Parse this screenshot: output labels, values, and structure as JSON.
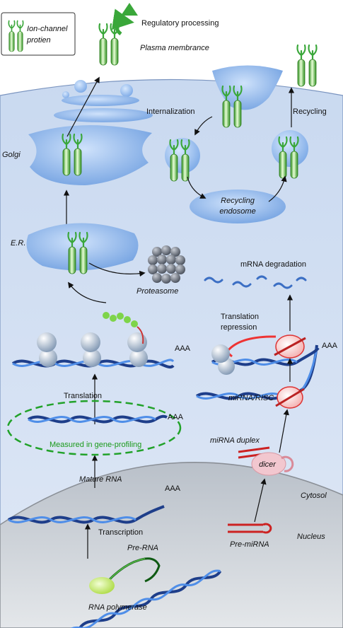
{
  "labels": {
    "legend_line1": "Ion-channel",
    "legend_line2": "protien",
    "regulatory": "Regulatory processing",
    "plasma": "Plasma membrance",
    "golgi": "Golgi",
    "internalization": "Internalization",
    "recycling": "Recycling",
    "recycling_endo1": "Recycling",
    "recycling_endo2": "endosome",
    "er": "E.R.",
    "proteasome": "Proteasome",
    "mrna_deg": "mRNA degradation",
    "trans_rep1": "Translation",
    "trans_rep2": "repression",
    "aaa1": "AAA",
    "aaa2": "AAA",
    "aaa3": "AAA",
    "aaa4": "AAA",
    "translation": "Translation",
    "mirna_risc": "miRNA/RISC",
    "measured": "Measured in gene-profiling",
    "mirna_duplex": "miRNA duplex",
    "dicer": "dicer",
    "mature_rna": "Mature RNA",
    "cytosol": "Cytosol",
    "transcription": "Transcription",
    "pre_rna": "Pre-RNA",
    "pre_mirna": "Pre-miRNA",
    "nucleus": "Nucleus",
    "rna_pol": "RNA polymerase"
  }
}
